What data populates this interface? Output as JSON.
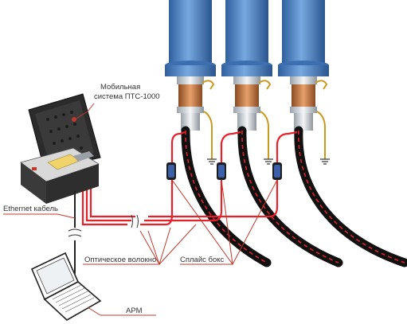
{
  "labels": {
    "system_line1": "Мобильная",
    "system_line2": "система ПТС-1000",
    "ethernet": "Ethernet кабель",
    "fiber": "Оптическое волокно",
    "splice": "Сплайс бокс",
    "arm": "АРМ"
  },
  "colors": {
    "leader": "#c0392b",
    "fiber": "#e8202a",
    "cable_outer": "#111111",
    "cable_dash": "#e0202a",
    "bushing_blue": "#4f86c6",
    "copper": "#c87a45",
    "case_dark": "#2b2b2b",
    "panel_yellow": "#f1d36b"
  }
}
